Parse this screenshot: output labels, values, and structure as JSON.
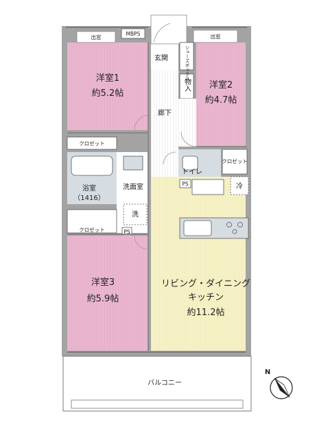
{
  "rooms": {
    "western1": {
      "name": "洋室1",
      "size": "約5.2帖"
    },
    "western2": {
      "name": "洋室2",
      "size": "約4.7帖"
    },
    "western3": {
      "name": "洋室3",
      "size": "約5.9帖"
    },
    "ldk": {
      "name_line1": "リビング・ダイニング",
      "name_line2": "キッチン",
      "size": "約11.2帖"
    },
    "bath": {
      "name": "浴室",
      "size": "（1416）"
    },
    "washroom": "洗面室",
    "washer": "洗",
    "toilet": "トイレ",
    "corridor": "廊下",
    "entrance": "玄関",
    "shoebox": "シューズボックス",
    "storage": "物入",
    "closet1": "クロゼット",
    "closet3": "クロゼット",
    "closet_small": "クロゼット",
    "fridge": "冷",
    "balcony": "バルコニー"
  },
  "labels": {
    "bay_window_left": "出窓",
    "bay_window_right": "出窓",
    "mbps": "MBPS",
    "ps1": "PS",
    "ps2": "PS",
    "compass": "N"
  },
  "colors": {
    "bedroom": "#eab6cf",
    "ldk": "#f6f1c6",
    "wet": "#d5dde3",
    "wall": "#a3a3a3",
    "corridor": "#ffffff"
  }
}
